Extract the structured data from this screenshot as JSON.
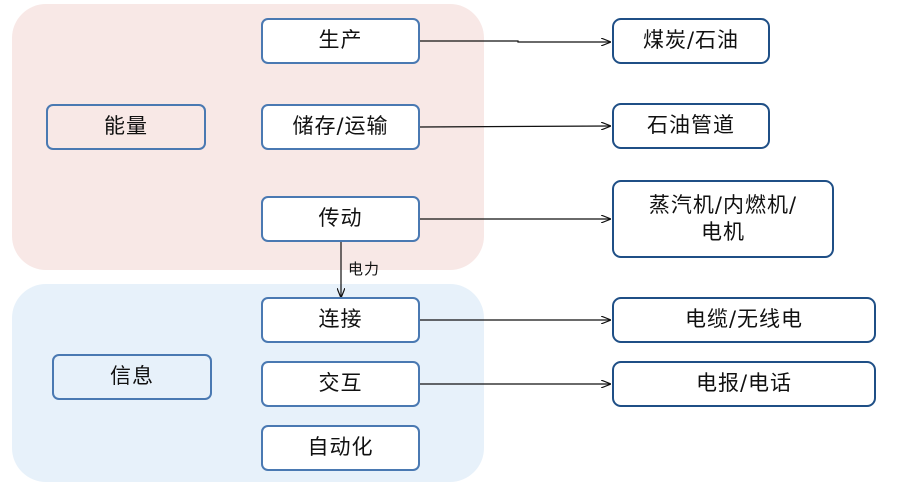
{
  "groups": {
    "energy": {
      "label": "能量"
    },
    "info": {
      "label": "信息"
    }
  },
  "stages": {
    "production": "生产",
    "storage": "储存/运输",
    "transmission": "传动",
    "connection": "连接",
    "interaction": "交互",
    "automation": "自动化"
  },
  "outputs": {
    "coal_oil": "煤炭/石油",
    "pipeline": "石油管道",
    "engines_line1": "蒸汽机/内燃机/",
    "engines_line2": "电机",
    "cable_radio": "电缆/无线电",
    "telegraph_phone": "电报/电话"
  },
  "edge_labels": {
    "electricity": "电力"
  },
  "colors": {
    "energy_bg": "#f8e8e6",
    "info_bg": "#e7f1fa",
    "box_border": "#4a79b2",
    "output_border": "#1f4f86"
  }
}
